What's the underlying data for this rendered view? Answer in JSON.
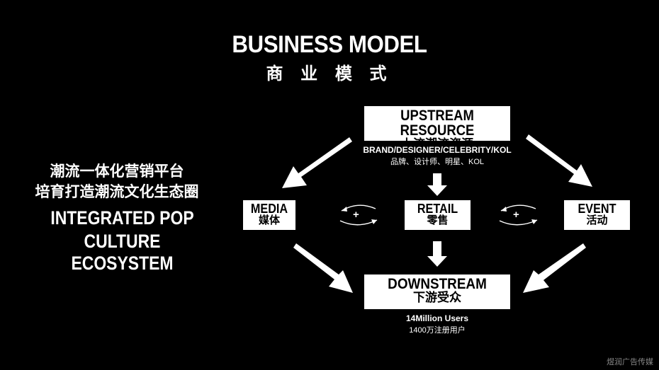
{
  "title": {
    "en": "BUSINESS MODEL",
    "cn": "商 业 模 式"
  },
  "left": {
    "cn_line1": "潮流一体化营销平台",
    "cn_line2": "培育打造潮流文化生态圈",
    "en_line1": "INTEGRATED POP",
    "en_line2": "CULTURE ECOSYSTEM"
  },
  "upstream": {
    "en": "UPSTREAM RESOURCE",
    "cn": "上流潮流资源",
    "sub_en": "BRAND/DESIGNER/CELEBRITY/KOL",
    "sub_cn": "品牌、设计师、明星、KOL"
  },
  "media": {
    "en": "MEDIA",
    "cn": "媒体"
  },
  "retail": {
    "en": "RETAIL",
    "cn": "零售"
  },
  "event": {
    "en": "EVENT",
    "cn": "活动"
  },
  "plus_left": "+",
  "plus_right": "+",
  "downstream": {
    "en": "DOWNSTREAM",
    "cn": "下游受众",
    "sub_en": "14Million Users",
    "sub_cn": "1400万注册用户"
  },
  "watermark": "煜润广告传媒"
}
